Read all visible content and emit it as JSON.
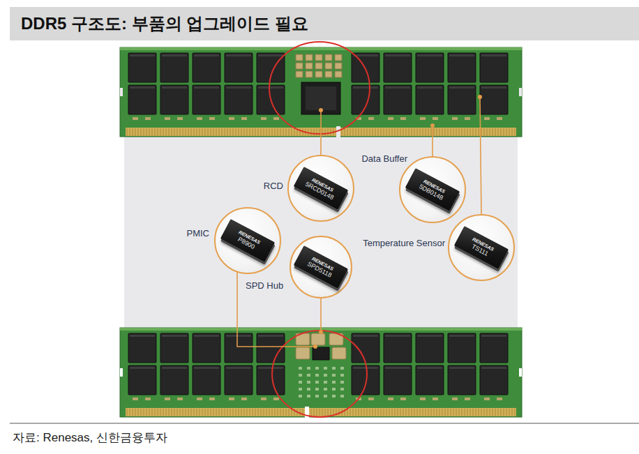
{
  "diagram": {
    "title": "DDR5 구조도: 부품의 업그레이드 필요",
    "caption": "자료: Renesas, 신한금융투자",
    "nodes": [
      {
        "text": [
          "RCD",
          "RENESAS",
          "5RCD0148"
        ]
      },
      {
        "text": [
          "Data Buffer",
          "RENESAS",
          "5DB0148"
        ]
      },
      {
        "text": [
          "PMIC",
          "RENESAS",
          "P8900"
        ]
      },
      {
        "text": [
          "Temperature Sensor",
          "RENESAS",
          "TS111"
        ]
      },
      {
        "text": [
          "SPD Hub",
          "RENESAS",
          "SPD5118"
        ]
      }
    ]
  }
}
